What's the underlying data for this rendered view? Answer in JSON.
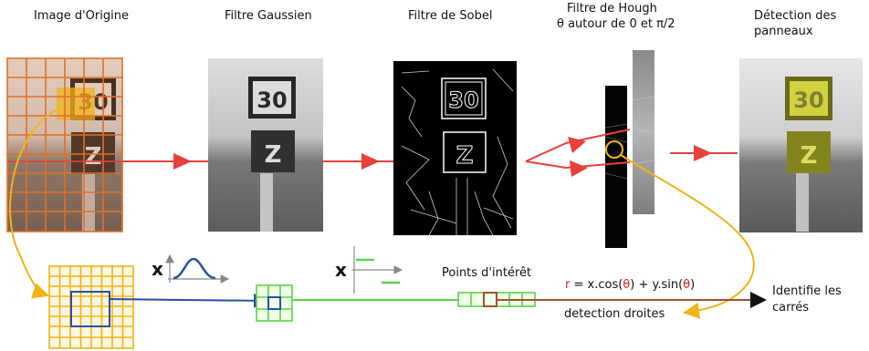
{
  "stages": {
    "original": "Image d'Origine",
    "gaussian": "Filtre Gaussien",
    "sobel": "Filtre de Sobel",
    "hough_line1": "Filtre de Hough",
    "hough_line2": "θ autour de 0 et π/2",
    "detection_line1": "Détection des",
    "detection_line2": "panneaux"
  },
  "sign": {
    "number": "30",
    "letter": "Z"
  },
  "operators": {
    "multiply_gauss": "x",
    "multiply_sobel": "x"
  },
  "points_label": "Points d'intérêt",
  "equation": {
    "r": "r",
    "part1": " = x.cos(",
    "theta1": "θ",
    "part2": ") + y.sin(",
    "theta2": "θ",
    "part3": ")"
  },
  "detection_droites": "detection droites",
  "identify_line1": "Identifie les",
  "identify_line2": "carrés",
  "colors": {
    "red_arrow": "#e8403a",
    "orange_grid": "#e0702a",
    "yellow": "#f2b21a",
    "blue": "#2a4ea8",
    "green": "#5ad24a",
    "brown": "#a0522d",
    "equation_red": "#e02020"
  }
}
